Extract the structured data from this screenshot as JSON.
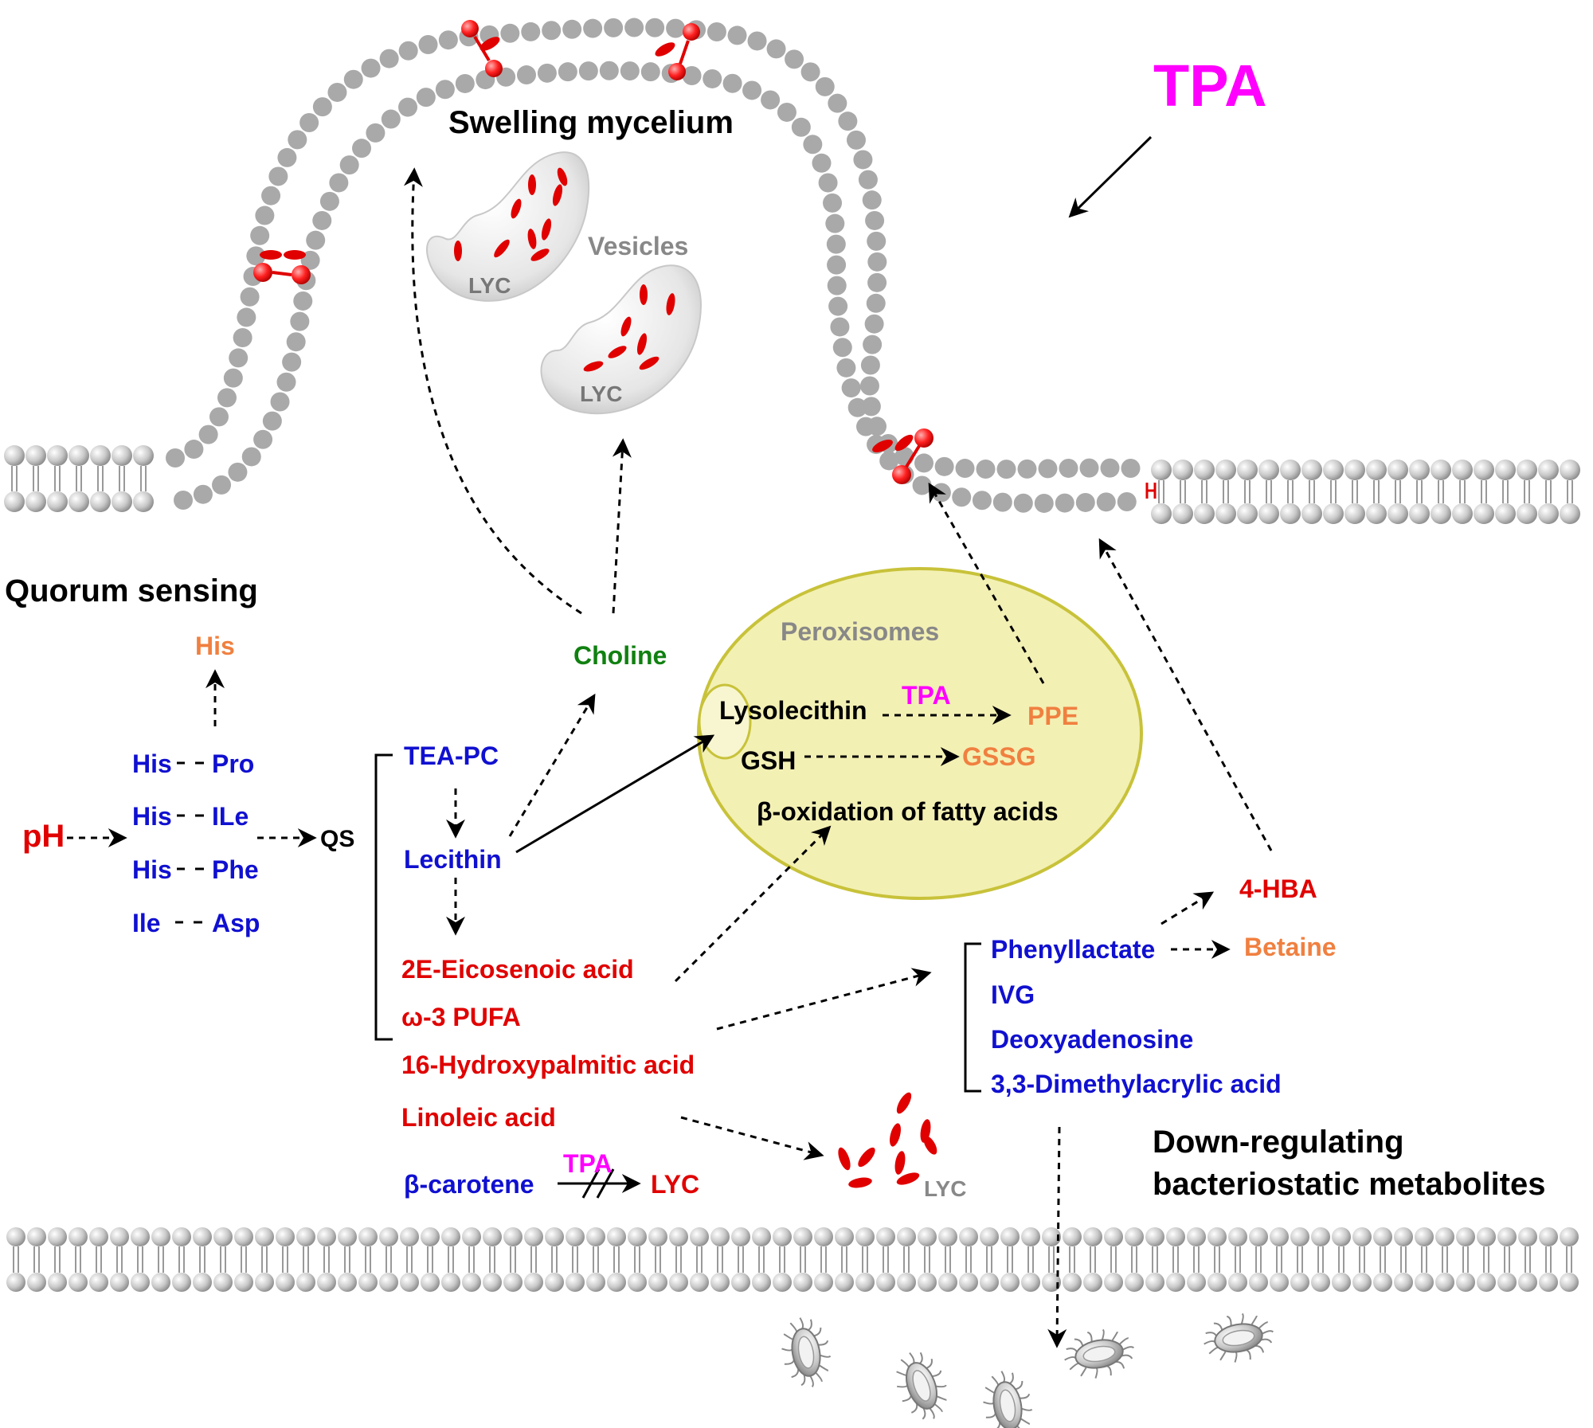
{
  "title": "TPA",
  "sections": {
    "quorum_sensing": "Quorum sensing",
    "swelling_mycelium": "Swelling mycelium",
    "vesicles": "Vesicles",
    "peroxisomes": "Peroxisomes",
    "down_regulating_line1": "Down-regulating",
    "down_regulating_line2": "bacteriostatic metabolites"
  },
  "qs_pathway": {
    "ph": "pH",
    "his": "His",
    "qs": "QS",
    "dipeptides": [
      {
        "left": "His",
        "right": "Pro"
      },
      {
        "left": "His",
        "right": "ILe"
      },
      {
        "left": "His",
        "right": "Phe"
      },
      {
        "left": "Ile",
        "right": "Asp"
      }
    ]
  },
  "lipid_pathway": {
    "tea_pc": "TEA-PC",
    "lecithin": "Lecithin",
    "choline": "Choline",
    "eicosenoic": "2E-Eicosenoic acid",
    "pufa": "ω-3 PUFA",
    "hydroxypalmitic": "16-Hydroxypalmitic acid",
    "linoleic": "Linoleic acid",
    "beta_carotene": "β-carotene",
    "tpa_inhibit": "TPA",
    "lyc": "LYC"
  },
  "peroxisome": {
    "lysolecithin": "Lysolecithin",
    "tpa": "TPA",
    "ppe": "PPE",
    "gsh": "GSH",
    "gssg": "GSSG",
    "beta_ox": "β-oxidation of fatty acids"
  },
  "metabolites": {
    "hba": "4-HBA",
    "phenyllactate": "Phenyllactate",
    "betaine": "Betaine",
    "ivg": "IVG",
    "deoxyadenosine": "Deoxyadenosine",
    "dimethylacrylic": "3,3-Dimethylacrylic acid"
  },
  "lyc_labels": {
    "vesicle1": "LYC",
    "vesicle2": "LYC",
    "free": "LYC"
  },
  "colors": {
    "magenta": "#ff00ff",
    "red": "#e00000",
    "blue": "#1010d0",
    "orange": "#f08040",
    "green": "#108010",
    "gray_text": "#888888",
    "membrane": "#aaaaaa",
    "peroxisome_fill": "#f3f0b4",
    "peroxisome_stroke": "#c8c23a"
  }
}
